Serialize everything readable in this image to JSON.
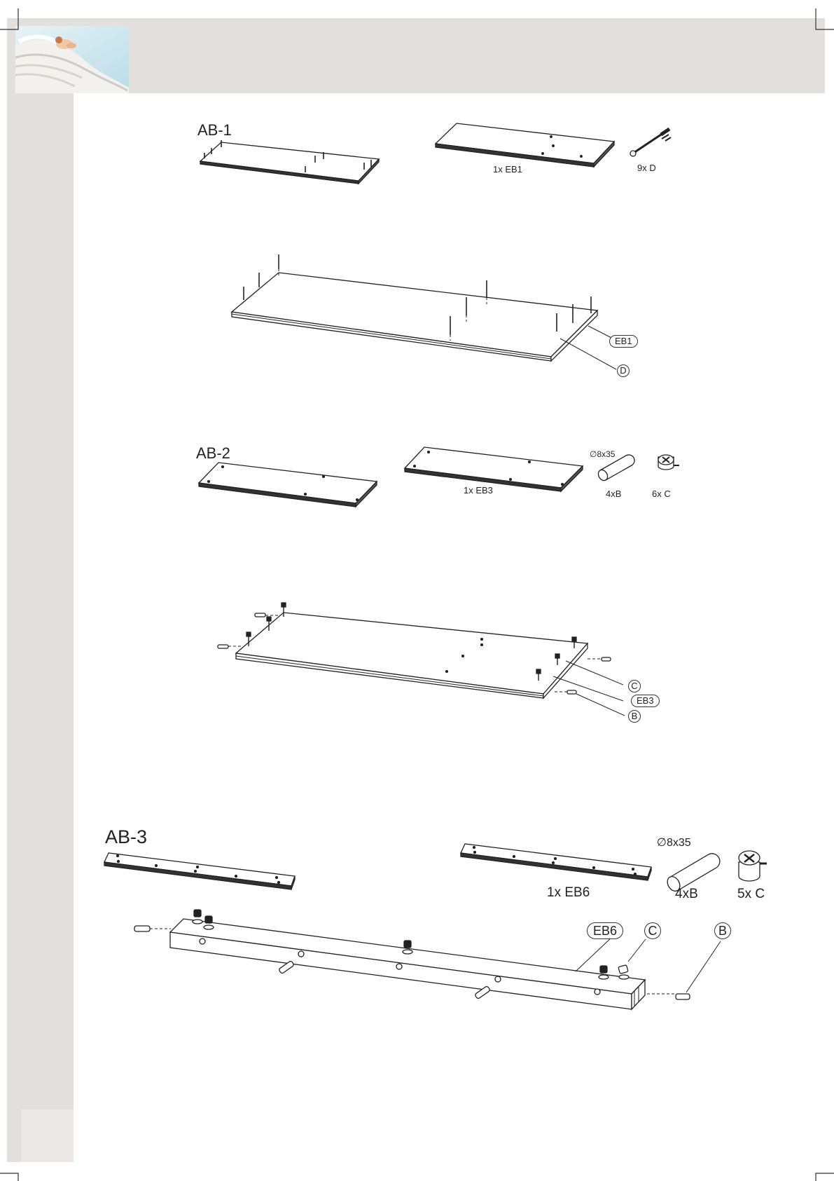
{
  "steps": {
    "ab1": {
      "title": "AB-1",
      "parts": [
        {
          "label": "1x EB1"
        },
        {
          "label": "9x D"
        }
      ],
      "callouts": {
        "panel": "EB1",
        "screw": "D"
      }
    },
    "ab2": {
      "title": "AB-2",
      "dimension": "8x35",
      "parts": [
        {
          "label": "1x EB3"
        },
        {
          "label": "4xB"
        },
        {
          "label": "6x C"
        }
      ],
      "callouts": {
        "cam": "C",
        "panel": "EB3",
        "dowel": "B"
      }
    },
    "ab3": {
      "title": "AB-3",
      "dimension": "8x35",
      "parts": [
        {
          "label": "1x EB6"
        },
        {
          "label": "4xB"
        },
        {
          "label": "5x C"
        }
      ],
      "callouts": {
        "panel": "EB6",
        "cam": "C",
        "dowel": "B"
      }
    }
  },
  "symbols": {
    "diameter": "∅"
  },
  "colors": {
    "band": "#e3dfdc",
    "line": "#222222",
    "logo_sky": "#cfe6ef"
  }
}
